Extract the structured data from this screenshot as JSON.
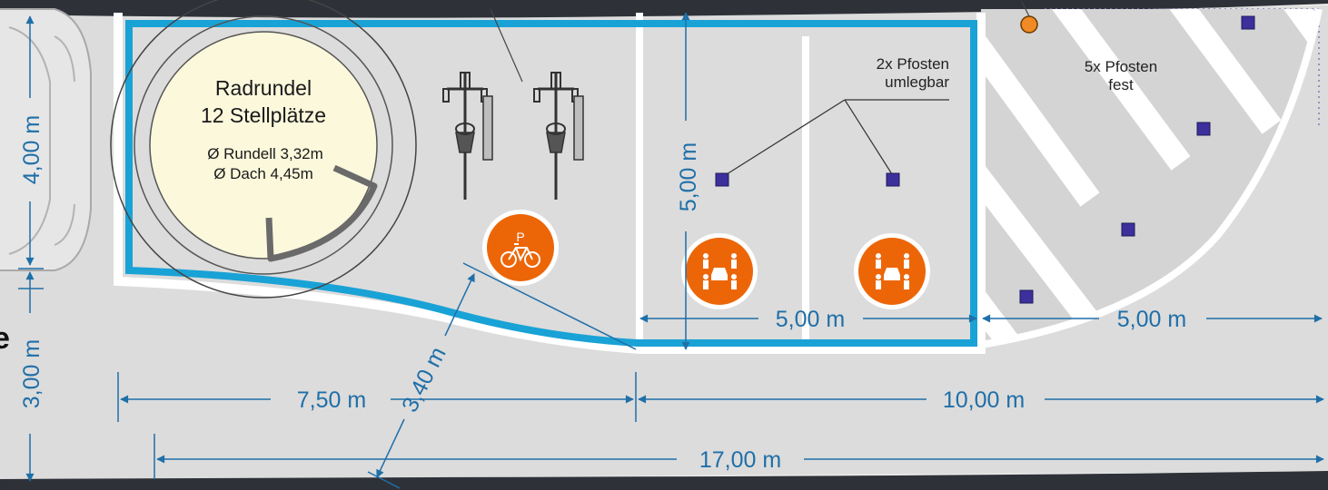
{
  "colors": {
    "asphalt": "#dcdcdc",
    "outer_ground": "#ececec",
    "lane_dark": "#2e3238",
    "boundary_blue": "#19a2d6",
    "dimension_blue": "#1f6fa8",
    "marking_white": "#ffffff",
    "rundel_fill": "#fbf8dc",
    "sign_orange": "#ec6608",
    "post_fill": "#3d2f9c",
    "roof_arc": "#6a6a6a"
  },
  "rundel": {
    "title": "Radrundel",
    "places": "12 Stellplätze",
    "diameter_rundell": "Ø Rundell 3,32m",
    "diameter_dach": "Ø Dach 4,45m"
  },
  "labels": {
    "posts_foldable_line1": "2x Pfosten",
    "posts_foldable_line2": "umlegbar",
    "posts_fixed_line1": "5x Pfosten",
    "posts_fixed_line2": "fest",
    "edge_letter": "e"
  },
  "dimensions": {
    "car_length": "4,00 m",
    "left_gap": "3,00 m",
    "bay_depth": "5,00 m",
    "bay_width": "5,00 m",
    "hatch_width": "5,00 m",
    "diagonal": "3,40 m",
    "bike_section": "7,50 m",
    "car_section": "10,00 m",
    "total": "17,00 m"
  },
  "signs": {
    "bike_parking": {
      "letter": "P",
      "icon": "bicycle-icon"
    },
    "carsharing_1": {
      "icon": "carsharing-icon"
    },
    "carsharing_2": {
      "icon": "carsharing-icon"
    }
  },
  "icons": [
    "car-outline-icon",
    "bicycle-topview-icon",
    "post-marker-icon",
    "hatching-pattern"
  ]
}
